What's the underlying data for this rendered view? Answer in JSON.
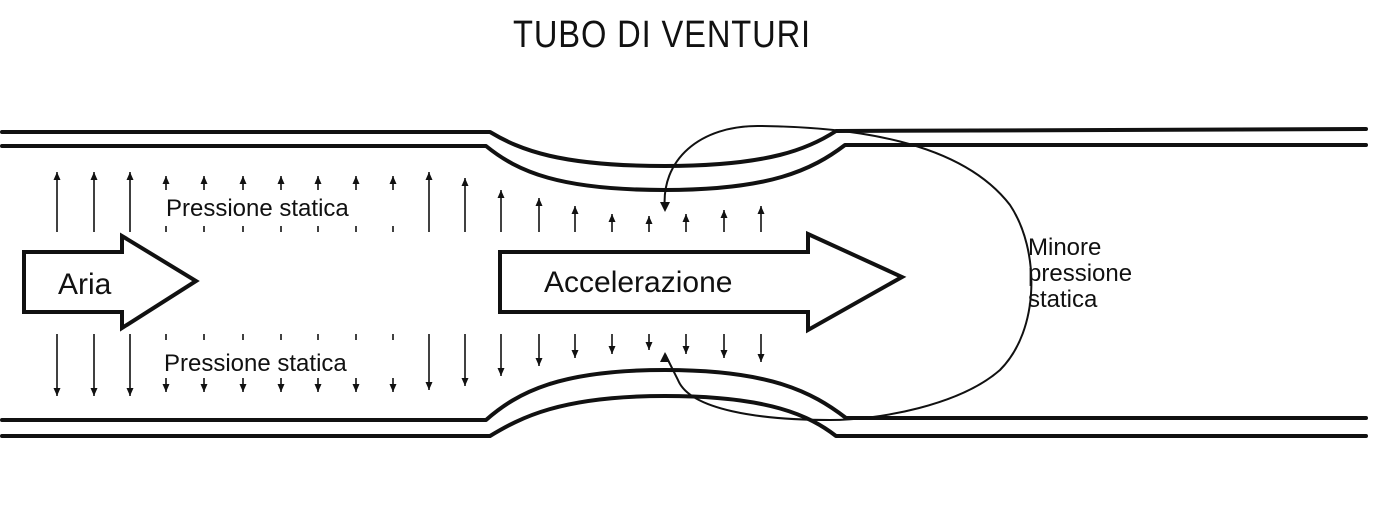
{
  "title": "TUBO DI VENTURI",
  "labels": {
    "air": "Aria",
    "acceleration": "Accelerazione",
    "pressure_top": "Pressione statica",
    "pressure_bottom": "Pressione statica",
    "lower_pressure": [
      "Minore",
      "pressione",
      "statica"
    ]
  },
  "colors": {
    "ink": "#111111",
    "background": "#ffffff"
  }
}
